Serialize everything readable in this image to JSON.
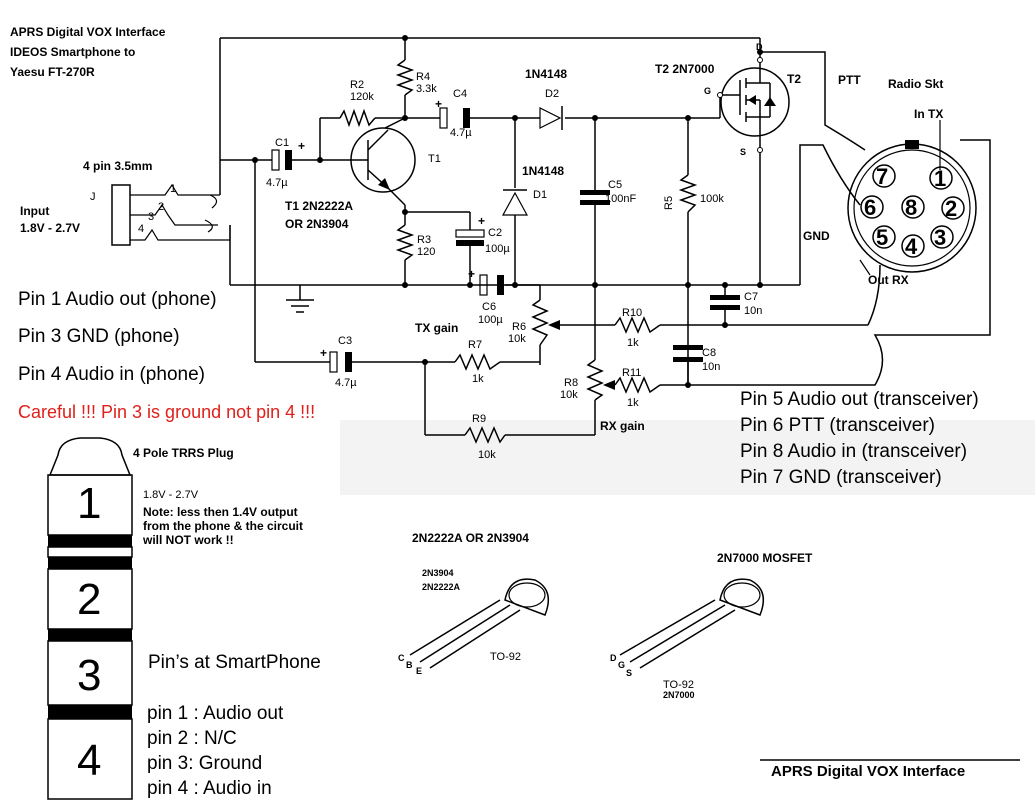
{
  "header": {
    "title_line1": "APRS Digital VOX Interface",
    "title_line2": "IDEOS Smartphone to",
    "title_line3": "Yaesu FT-270R"
  },
  "input": {
    "jack_label": "4 pin 3.5mm",
    "jack_ref": "J",
    "pin1": "1",
    "pin2": "2",
    "pin3": "3",
    "pin4": "4",
    "label": "Input",
    "range": "1.8V - 2.7V"
  },
  "phone_pins": {
    "pin1": "Pin 1 Audio out (phone)",
    "pin3": "Pin 3 GND (phone)",
    "pin4": "Pin 4 Audio in (phone)",
    "warning": "Careful !!! Pin 3 is ground not pin 4 !!!"
  },
  "components": {
    "r2_ref": "R2",
    "r2_val": "120k",
    "r4_ref": "R4",
    "r4_val": "3.3k",
    "c4_ref": "C4",
    "c4_val": "4.7µ",
    "c1_ref": "C1",
    "c1_val": "4.7µ",
    "t1_ref": "T1",
    "t1_desc1": "T1 2N2222A",
    "t1_desc2": "OR 2N3904",
    "r3_ref": "R3",
    "r3_val": "120",
    "c2_ref": "C2",
    "c2_val": "100µ",
    "d2_ref": "D2",
    "d2_part": "1N4148",
    "d1_ref": "D1",
    "d1_part": "1N4148",
    "c5_ref": "C5",
    "c5_val": "100nF",
    "r5_ref": "R5",
    "r5_val": "100k",
    "t2_label": "T2 2N7000",
    "t2_ref": "T2",
    "t2_d": "D",
    "t2_g": "G",
    "t2_s": "S",
    "c6_ref": "C6",
    "c6_val": "100µ",
    "c7_ref": "C7",
    "c7_val": "10n",
    "c3_ref": "C3",
    "c3_val": "4.7µ",
    "r7_ref": "R7",
    "r7_val": "1k",
    "r6_ref": "R6",
    "r6_val": "10k",
    "tx_gain": "TX gain",
    "r10_ref": "R10",
    "r10_val": "1k",
    "c8_ref": "C8",
    "c8_val": "10n",
    "r8_ref": "R8",
    "r8_val": "10k",
    "r11_ref": "R11",
    "r11_val": "1k",
    "r9_ref": "R9",
    "r9_val": "10k",
    "rx_gain": "RX gain",
    "plus": "+"
  },
  "radio": {
    "socket_label": "Radio Skt",
    "ptt": "PTT",
    "in_tx": "In TX",
    "gnd": "GND",
    "out_rx": "Out RX",
    "pins": [
      "7",
      "1",
      "6",
      "8",
      "2",
      "5",
      "4",
      "3"
    ]
  },
  "transceiver_pins": {
    "pin5": "Pin 5 Audio out (transceiver)",
    "pin6": "Pin 6 PTT (transceiver)",
    "pin8": "Pin 8 Audio in (transceiver)",
    "pin7": "Pin 7 GND (transceiver)"
  },
  "trrs": {
    "title": "4 Pole TRRS Plug",
    "segments": [
      "1",
      "2",
      "3",
      "4"
    ],
    "note_range": "1.8V - 2.7V",
    "note_line1": "Note: less then 1.4V output",
    "note_line2": "from the phone & the circuit",
    "note_line3": "will NOT work !!",
    "pins_heading": "Pin’s at SmartPhone",
    "pin_list": [
      "pin 1 : Audio out",
      "pin 2 : N/C",
      "pin 3:  Ground",
      "pin 4 : Audio in"
    ]
  },
  "packages": {
    "bjt_title": "2N2222A OR 2N3904",
    "bjt_part1": "2N3904",
    "bjt_part2": "2N2222A",
    "bjt_pkg": "TO-92",
    "bjt_c": "C",
    "bjt_b": "B",
    "bjt_e": "E",
    "fet_title": "2N7000 MOSFET",
    "fet_pkg": "TO-92",
    "fet_part": "2N7000",
    "fet_d": "D",
    "fet_g": "G",
    "fet_s": "S"
  },
  "footer": {
    "title": "APRS Digital VOX Interface"
  }
}
